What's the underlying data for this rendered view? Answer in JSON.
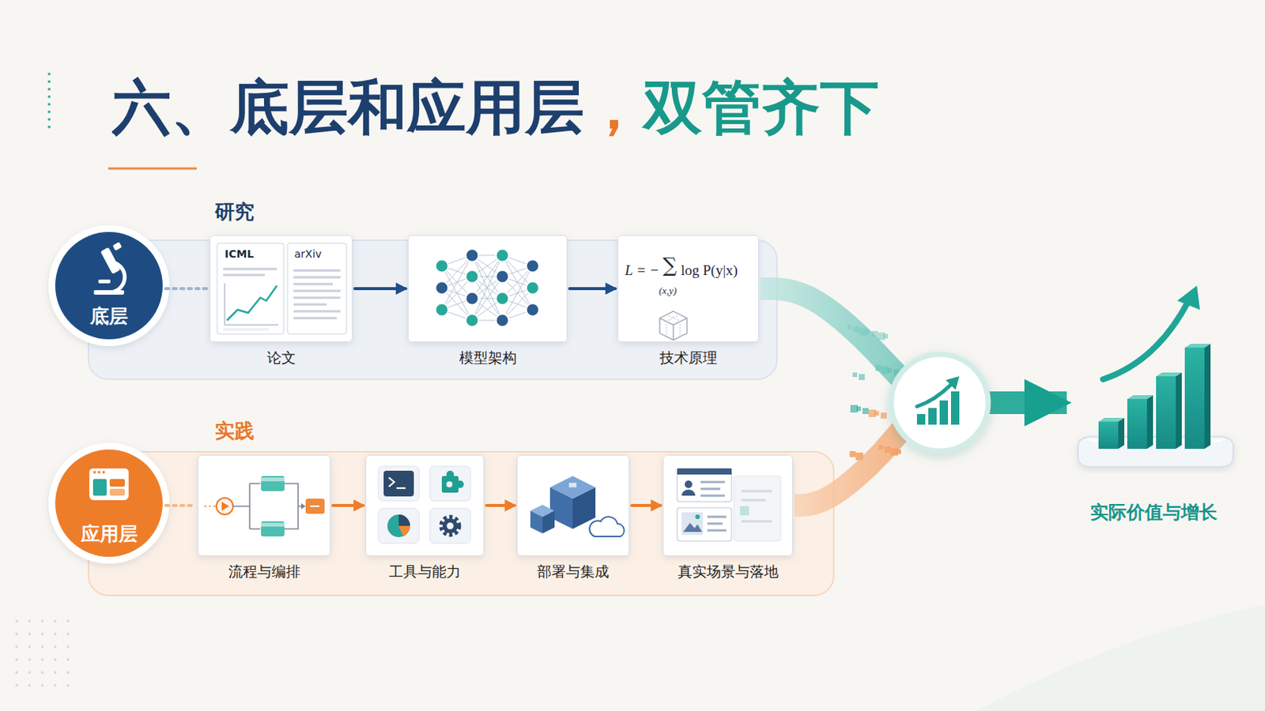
{
  "diagram": {
    "title": "六、底层和应用层，双管齐下",
    "nodes": [
      {
        "text": [
          "底层"
        ]
      },
      {
        "text": [
          "论文"
        ]
      },
      {
        "text": [
          "模型架构"
        ]
      },
      {
        "text": [
          "技术原理"
        ]
      },
      {
        "text": [
          "应用层"
        ]
      },
      {
        "text": [
          "流程与编排"
        ]
      },
      {
        "text": [
          "工具与能力"
        ]
      },
      {
        "text": [
          "部署与集成"
        ]
      },
      {
        "text": [
          "真实场景与落地"
        ]
      },
      {
        "text": [
          "实际价值与增长"
        ]
      }
    ],
    "edges": [
      {
        "from": 0,
        "to": 1,
        "arrow": "none"
      },
      {
        "from": 1,
        "to": 2,
        "arrow": "to"
      },
      {
        "from": 2,
        "to": 3,
        "arrow": "to"
      },
      {
        "from": 4,
        "to": 5,
        "arrow": "none"
      },
      {
        "from": 5,
        "to": 6,
        "arrow": "to"
      },
      {
        "from": 6,
        "to": 7,
        "arrow": "to"
      },
      {
        "from": 7,
        "to": 8,
        "arrow": "to"
      },
      {
        "from": 3,
        "to": 9,
        "arrow": "to"
      },
      {
        "from": 8,
        "to": 9,
        "arrow": "to"
      }
    ],
    "labels": [
      "研究",
      "实践",
      "ICML",
      "arXiv",
      "L = −",
      "∑",
      "log P(y|x)",
      "(x,y)"
    ]
  }
}
